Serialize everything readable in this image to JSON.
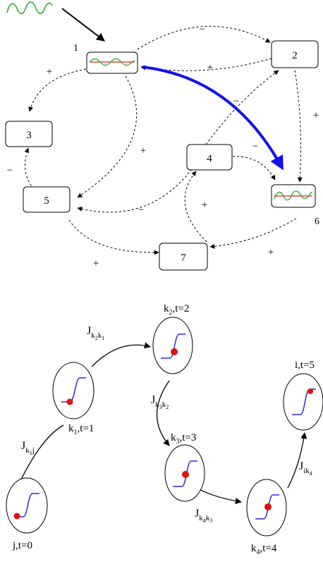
{
  "top_network": {
    "nodes": {
      "n1": "1",
      "n2": "2",
      "n3": "3",
      "n4": "4",
      "n5": "5",
      "n6": "6",
      "n7": "7"
    },
    "signs": {
      "plus": "+",
      "minus": "−"
    }
  },
  "bottom_path": {
    "nodes": {
      "j": "j,t=0",
      "k1": "k",
      "k1_sub": "1",
      "k1_t": ",t=1",
      "k2": "k",
      "k2_sub": "2",
      "k2_t": ",t=2",
      "k3": "k",
      "k3_sub": "3",
      "k3_t": ",t=3",
      "k4": "k",
      "k4_sub": "4",
      "k4_t": ",t=4",
      "i": "i,t=5"
    },
    "couplings": {
      "J": "J",
      "k": "k",
      "i": "i",
      "j": "j",
      "s1": "1",
      "s2": "2",
      "s3": "3",
      "s4": "4"
    }
  },
  "colors": {
    "highlight_arrow": "#1111ee",
    "curve_blue": "#2a2adc",
    "state_dot": "#e01010",
    "wave_green": "#22aa22",
    "wave_red": "#dd2222"
  }
}
